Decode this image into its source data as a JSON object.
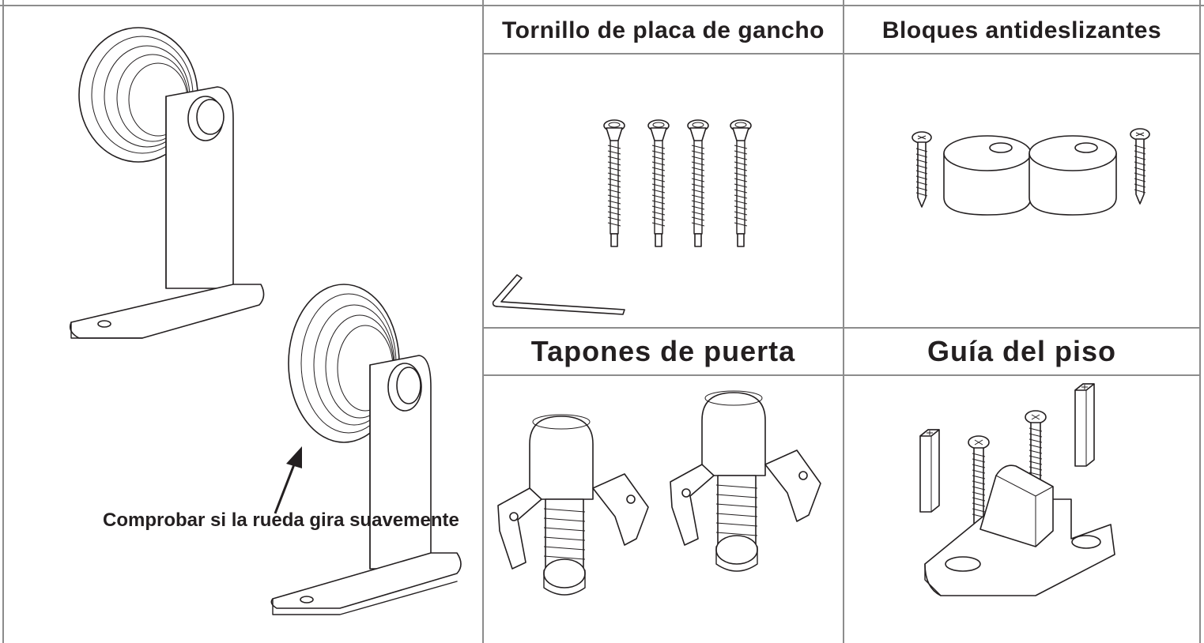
{
  "labels": {
    "hook_plate_screw": "Tornillo de placa de gancho",
    "anti_slip_blocks": "Bloques antideslizantes",
    "door_stoppers": "Tapones de puerta",
    "floor_guide": "Guía del piso",
    "wheel_check": "Comprobar si la rueda gira suavemente"
  },
  "colors": {
    "line": "#231f20",
    "grid": "#8c8c8c",
    "background": "#ffffff"
  },
  "quantities_shown": {
    "hook_plate_screws": 4,
    "hex_key": 1,
    "anti_slip_blocks": 2,
    "anti_slip_block_screws": 2,
    "door_stoppers": 2,
    "floor_guide_screws": 2,
    "floor_guide_spacers": 2
  }
}
